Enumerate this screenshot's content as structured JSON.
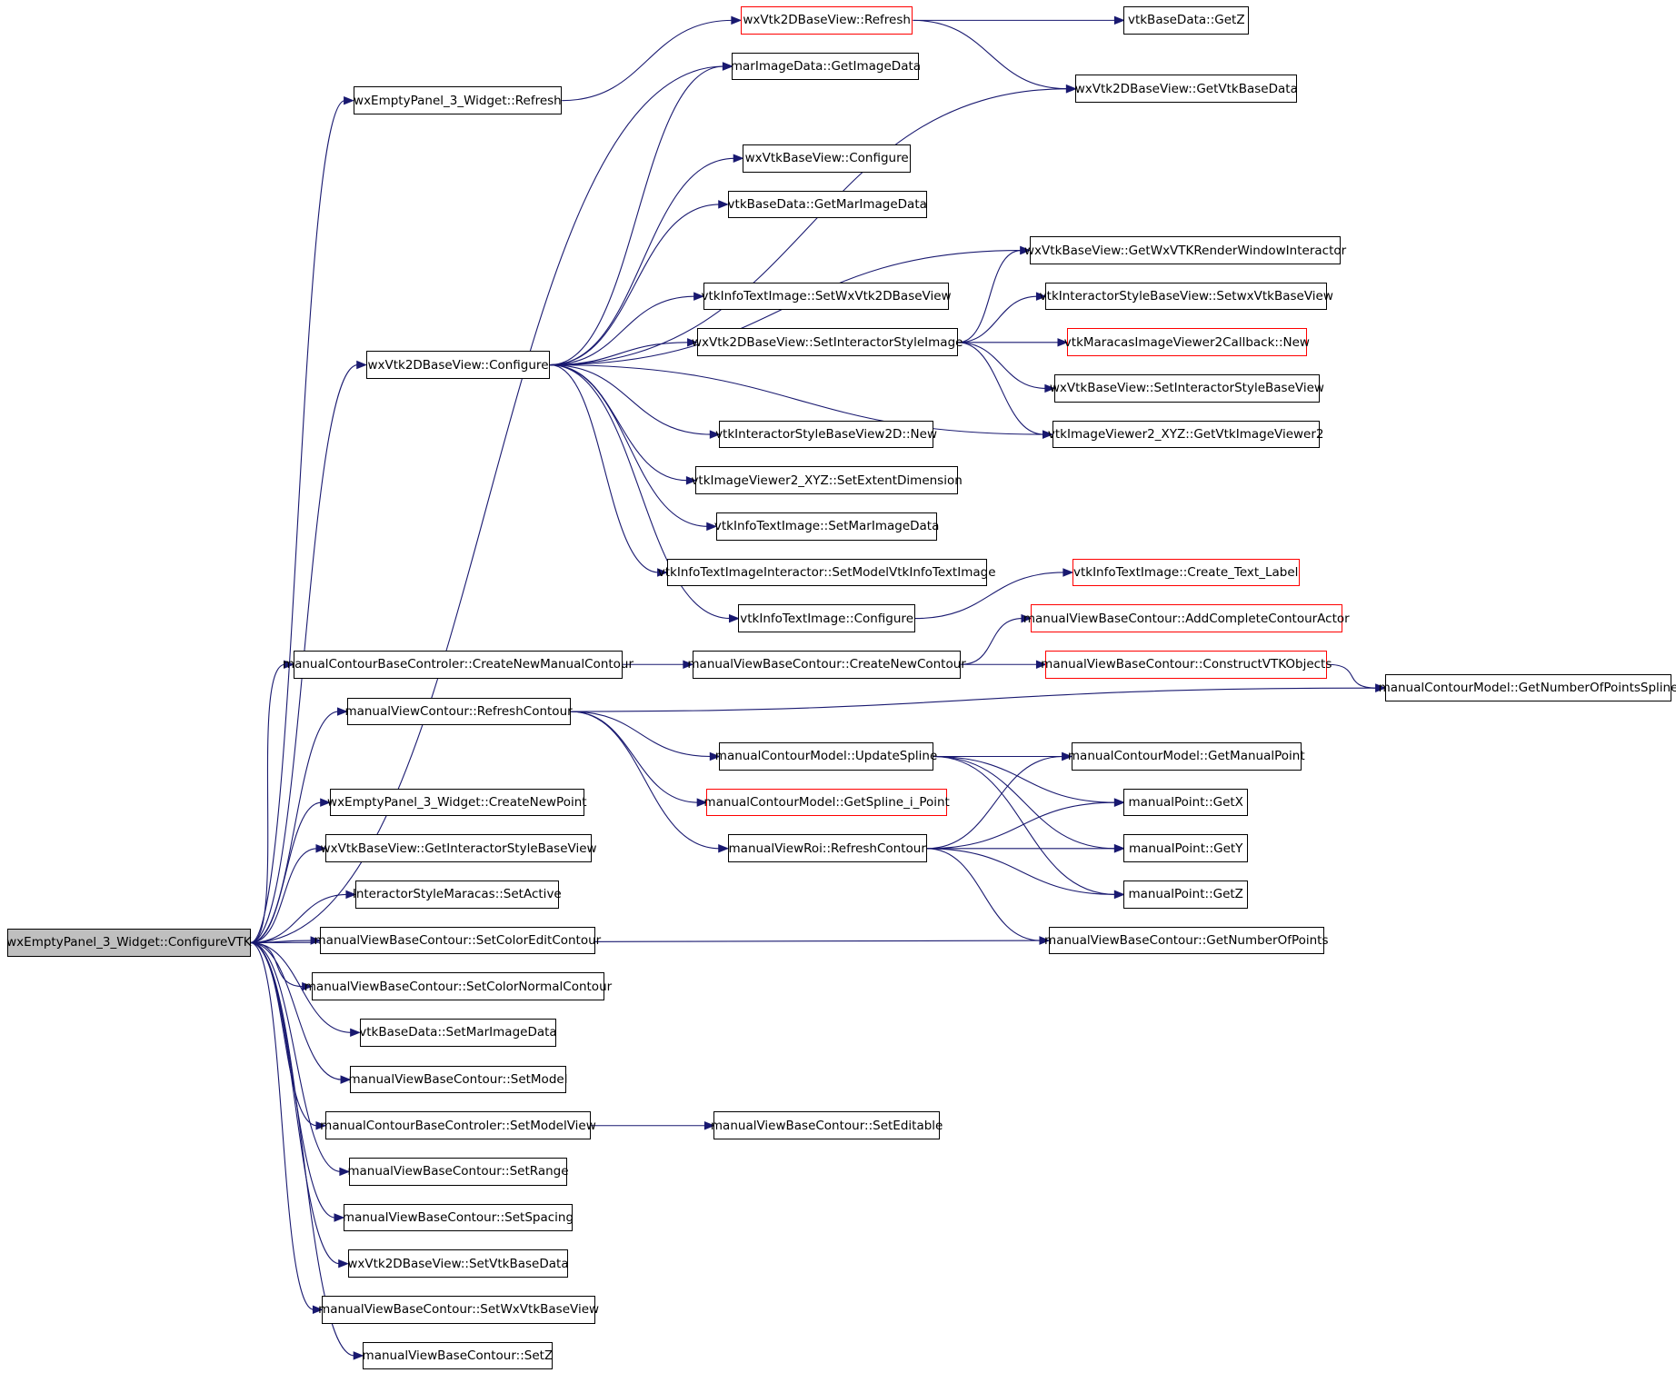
{
  "colors": {
    "edge": "#191970",
    "node_border": "#000000",
    "truncated_border": "#ff0000",
    "root_fill": "#bfbfbf"
  },
  "nodes": [
    {
      "id": "root",
      "label": "wxEmptyPanel_3_Widget::ConfigureVTK",
      "root": true
    },
    {
      "id": "n1",
      "label": "wxEmptyPanel_3_Widget::Refresh"
    },
    {
      "id": "n2",
      "label": "wxVtk2DBaseView::Refresh",
      "truncated": true
    },
    {
      "id": "n3",
      "label": "vtkBaseData::GetZ"
    },
    {
      "id": "n4",
      "label": "wxVtk2DBaseView::GetVtkBaseData"
    },
    {
      "id": "n5",
      "label": "marImageData::GetImageData"
    },
    {
      "id": "n6",
      "label": "wxVtkBaseView::Configure"
    },
    {
      "id": "n7",
      "label": "vtkBaseData::GetMarImageData"
    },
    {
      "id": "n8",
      "label": "wxVtkBaseView::GetWxVTKRenderWindowInteractor"
    },
    {
      "id": "n9",
      "label": "vtkInfoTextImage::SetWxVtk2DBaseView"
    },
    {
      "id": "n10",
      "label": "vtkInteractorStyleBaseView::SetwxVtkBaseView"
    },
    {
      "id": "n11",
      "label": "wxVtk2DBaseView::Configure"
    },
    {
      "id": "n12",
      "label": "wxVtk2DBaseView::SetInteractorStyleImage"
    },
    {
      "id": "n13",
      "label": "vtkMaracasImageViewer2Callback::New",
      "truncated": true
    },
    {
      "id": "n14",
      "label": "wxVtkBaseView::SetInteractorStyleBaseView"
    },
    {
      "id": "n15",
      "label": "vtkInteractorStyleBaseView2D::New"
    },
    {
      "id": "n16",
      "label": "vtkImageViewer2_XYZ::GetVtkImageViewer2"
    },
    {
      "id": "n17",
      "label": "vtkImageViewer2_XYZ::SetExtentDimension"
    },
    {
      "id": "n18",
      "label": "vtkInfoTextImage::SetMarImageData"
    },
    {
      "id": "n19",
      "label": "vtkInfoTextImageInteractor::SetModelVtkInfoTextImage"
    },
    {
      "id": "n20",
      "label": "vtkInfoTextImage::Create_Text_Label",
      "truncated": true
    },
    {
      "id": "n21",
      "label": "vtkInfoTextImage::Configure"
    },
    {
      "id": "n22",
      "label": "manualViewBaseContour::AddCompleteContourActor",
      "truncated": true
    },
    {
      "id": "n23",
      "label": "manualContourBaseControler::CreateNewManualContour"
    },
    {
      "id": "n24",
      "label": "manualViewBaseContour::CreateNewContour"
    },
    {
      "id": "n25",
      "label": "manualViewBaseContour::ConstructVTKObjects",
      "truncated": true
    },
    {
      "id": "n26",
      "label": "manualContourModel::GetNumberOfPointsSpline"
    },
    {
      "id": "n27",
      "label": "manualViewContour::RefreshContour"
    },
    {
      "id": "n28",
      "label": "manualContourModel::UpdateSpline"
    },
    {
      "id": "n29",
      "label": "manualContourModel::GetManualPoint"
    },
    {
      "id": "n30",
      "label": "manualContourModel::GetSpline_i_Point",
      "truncated": true
    },
    {
      "id": "n31",
      "label": "wxEmptyPanel_3_Widget::CreateNewPoint"
    },
    {
      "id": "n32",
      "label": "manualPoint::GetX"
    },
    {
      "id": "n33",
      "label": "wxVtkBaseView::GetInteractorStyleBaseView"
    },
    {
      "id": "n34",
      "label": "manualViewRoi::RefreshContour"
    },
    {
      "id": "n35",
      "label": "manualPoint::GetY"
    },
    {
      "id": "n36",
      "label": "InteractorStyleMaracas::SetActive"
    },
    {
      "id": "n37",
      "label": "manualPoint::GetZ"
    },
    {
      "id": "n38",
      "label": "manualViewBaseContour::SetColorEditContour"
    },
    {
      "id": "n39",
      "label": "manualViewBaseContour::GetNumberOfPoints"
    },
    {
      "id": "n40",
      "label": "manualViewBaseContour::SetColorNormalContour"
    },
    {
      "id": "n41",
      "label": "vtkBaseData::SetMarImageData"
    },
    {
      "id": "n42",
      "label": "manualViewBaseContour::SetModel"
    },
    {
      "id": "n43",
      "label": "manualContourBaseControler::SetModelView"
    },
    {
      "id": "n44",
      "label": "manualViewBaseContour::SetEditable"
    },
    {
      "id": "n45",
      "label": "manualViewBaseContour::SetRange"
    },
    {
      "id": "n46",
      "label": "manualViewBaseContour::SetSpacing"
    },
    {
      "id": "n47",
      "label": "wxVtk2DBaseView::SetVtkBaseData"
    },
    {
      "id": "n48",
      "label": "manualViewBaseContour::SetWxVtkBaseView"
    },
    {
      "id": "n49",
      "label": "manualViewBaseContour::SetZ"
    }
  ],
  "edges": [
    [
      "root",
      "n1"
    ],
    [
      "root",
      "n5"
    ],
    [
      "root",
      "n11"
    ],
    [
      "root",
      "n23"
    ],
    [
      "root",
      "n27"
    ],
    [
      "root",
      "n31"
    ],
    [
      "root",
      "n33"
    ],
    [
      "root",
      "n36"
    ],
    [
      "root",
      "n38"
    ],
    [
      "root",
      "n39"
    ],
    [
      "root",
      "n40"
    ],
    [
      "root",
      "n41"
    ],
    [
      "root",
      "n42"
    ],
    [
      "root",
      "n43"
    ],
    [
      "root",
      "n45"
    ],
    [
      "root",
      "n46"
    ],
    [
      "root",
      "n47"
    ],
    [
      "root",
      "n48"
    ],
    [
      "root",
      "n49"
    ],
    [
      "n1",
      "n2"
    ],
    [
      "n2",
      "n3"
    ],
    [
      "n2",
      "n4"
    ],
    [
      "n11",
      "n4"
    ],
    [
      "n11",
      "n5"
    ],
    [
      "n11",
      "n6"
    ],
    [
      "n11",
      "n7"
    ],
    [
      "n11",
      "n8"
    ],
    [
      "n11",
      "n9"
    ],
    [
      "n11",
      "n12"
    ],
    [
      "n11",
      "n15"
    ],
    [
      "n11",
      "n16"
    ],
    [
      "n11",
      "n17"
    ],
    [
      "n11",
      "n18"
    ],
    [
      "n11",
      "n19"
    ],
    [
      "n11",
      "n21"
    ],
    [
      "n12",
      "n8"
    ],
    [
      "n12",
      "n10"
    ],
    [
      "n12",
      "n13"
    ],
    [
      "n12",
      "n14"
    ],
    [
      "n12",
      "n16"
    ],
    [
      "n21",
      "n20"
    ],
    [
      "n23",
      "n24"
    ],
    [
      "n24",
      "n22"
    ],
    [
      "n24",
      "n25"
    ],
    [
      "n25",
      "n26"
    ],
    [
      "n27",
      "n26"
    ],
    [
      "n27",
      "n28"
    ],
    [
      "n27",
      "n30"
    ],
    [
      "n27",
      "n34"
    ],
    [
      "n28",
      "n29"
    ],
    [
      "n28",
      "n32"
    ],
    [
      "n28",
      "n35"
    ],
    [
      "n28",
      "n37"
    ],
    [
      "n34",
      "n29"
    ],
    [
      "n34",
      "n32"
    ],
    [
      "n34",
      "n35"
    ],
    [
      "n34",
      "n37"
    ],
    [
      "n34",
      "n39"
    ],
    [
      "n43",
      "n44"
    ]
  ]
}
